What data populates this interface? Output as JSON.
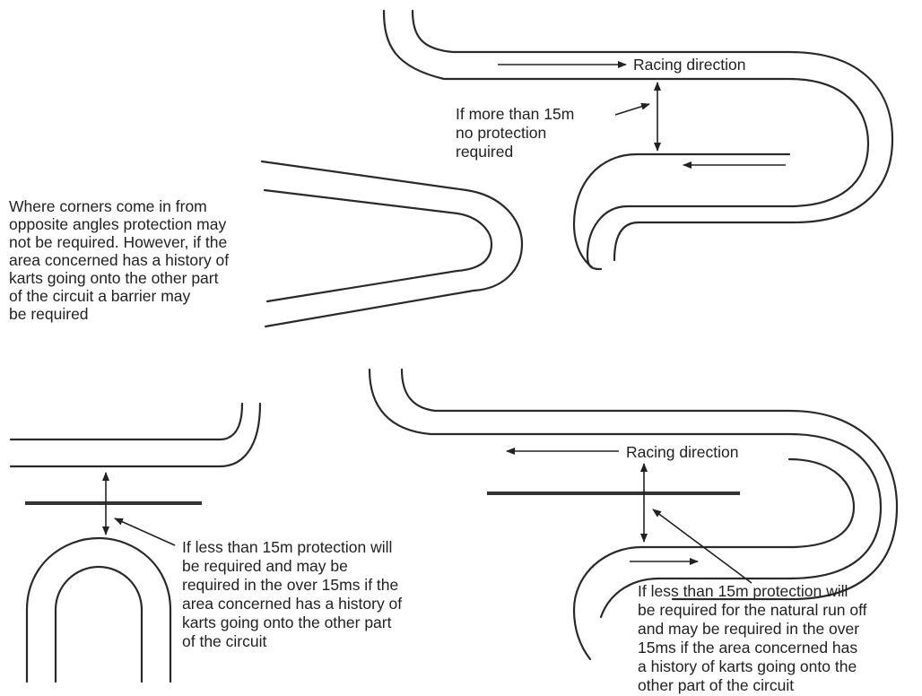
{
  "top_right": {
    "direction_label": "Racing direction",
    "note": [
      "If more than 15m",
      "no protection",
      "required"
    ]
  },
  "middle_left": {
    "note": [
      "Where corners come in from",
      "opposite angles protection may",
      "not be required. However, if the",
      "area concerned has a history of",
      "karts going onto the other part",
      "of the circuit a barrier may",
      "be required"
    ]
  },
  "bottom_left": {
    "note": [
      "If less than 15m protection will",
      "be required and may be",
      "required in the over 15ms if the",
      "area concerned has a history of",
      "karts going onto the other part",
      "of the circuit"
    ]
  },
  "bottom_right": {
    "direction_label": "Racing direction",
    "note": [
      "If less than 15m protection will",
      "be required for the natural run off",
      "and may be required in the over",
      "15ms if the area concerned has",
      "a history of karts going onto the",
      "other part of the circuit"
    ]
  }
}
